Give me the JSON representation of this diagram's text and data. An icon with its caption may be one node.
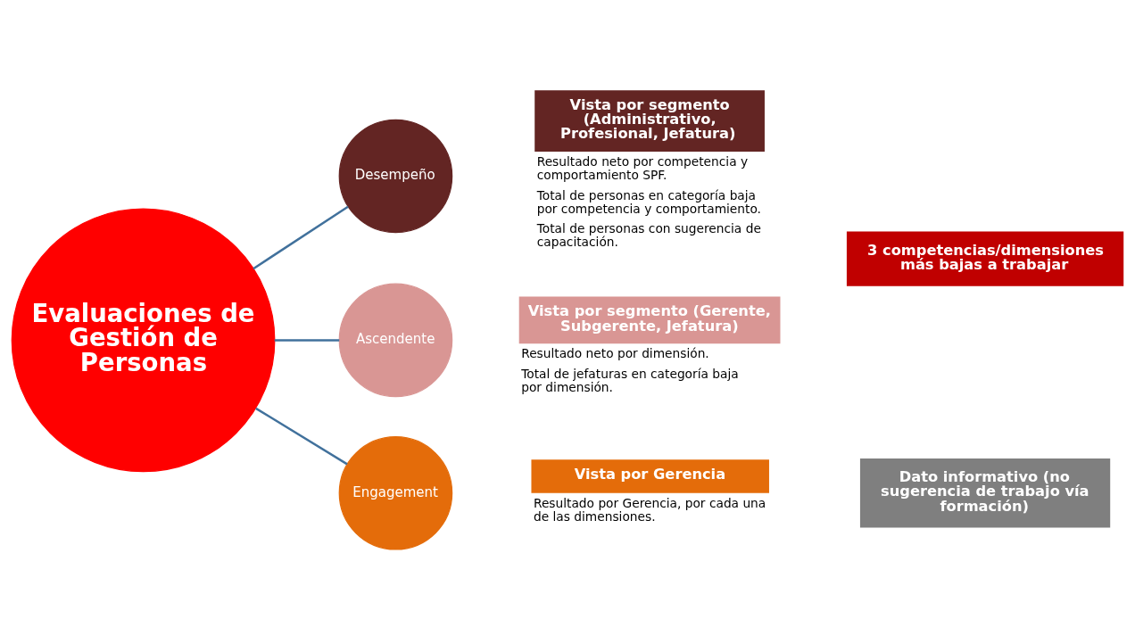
{
  "diagram": {
    "nodes": [
      {
        "text": [
          "Evaluaciones de Gestión de Personas"
        ]
      },
      {
        "text": [
          "Desempeño"
        ]
      },
      {
        "text": [
          "Ascendente"
        ]
      },
      {
        "text": [
          "Engagement"
        ]
      },
      {
        "text": [
          "Vista por segmento (Administrativo, Profesional, Jefatura)"
        ],
        "beside": [
          "Resultado neto por competencia y comportamiento SPF.",
          "Total de personas en categoría baja por competencia y comportamiento.",
          "Total de personas con sugerencia de capacitación."
        ]
      },
      {
        "text": [
          "Vista por segmento (Gerente, Subgerente, Jefatura)"
        ],
        "beside": [
          "Resultado neto por dimensión.",
          "Total de jefaturas en categoría baja por dimensión."
        ]
      },
      {
        "text": [
          "Vista por Gerencia"
        ],
        "beside": [
          "Resultado por Gerencia, por cada una de las dimensiones."
        ]
      },
      {
        "text": [
          "3 competencias/dimensiones más bajas a trabajar"
        ]
      },
      {
        "text": [
          "Dato informativo (no sugerencia de trabajo vía formación)"
        ]
      }
    ],
    "edges": [
      {
        "from": 0,
        "to": 1,
        "arrow": "none"
      },
      {
        "from": 0,
        "to": 2,
        "arrow": "none"
      },
      {
        "from": 0,
        "to": 3,
        "arrow": "none"
      }
    ]
  }
}
